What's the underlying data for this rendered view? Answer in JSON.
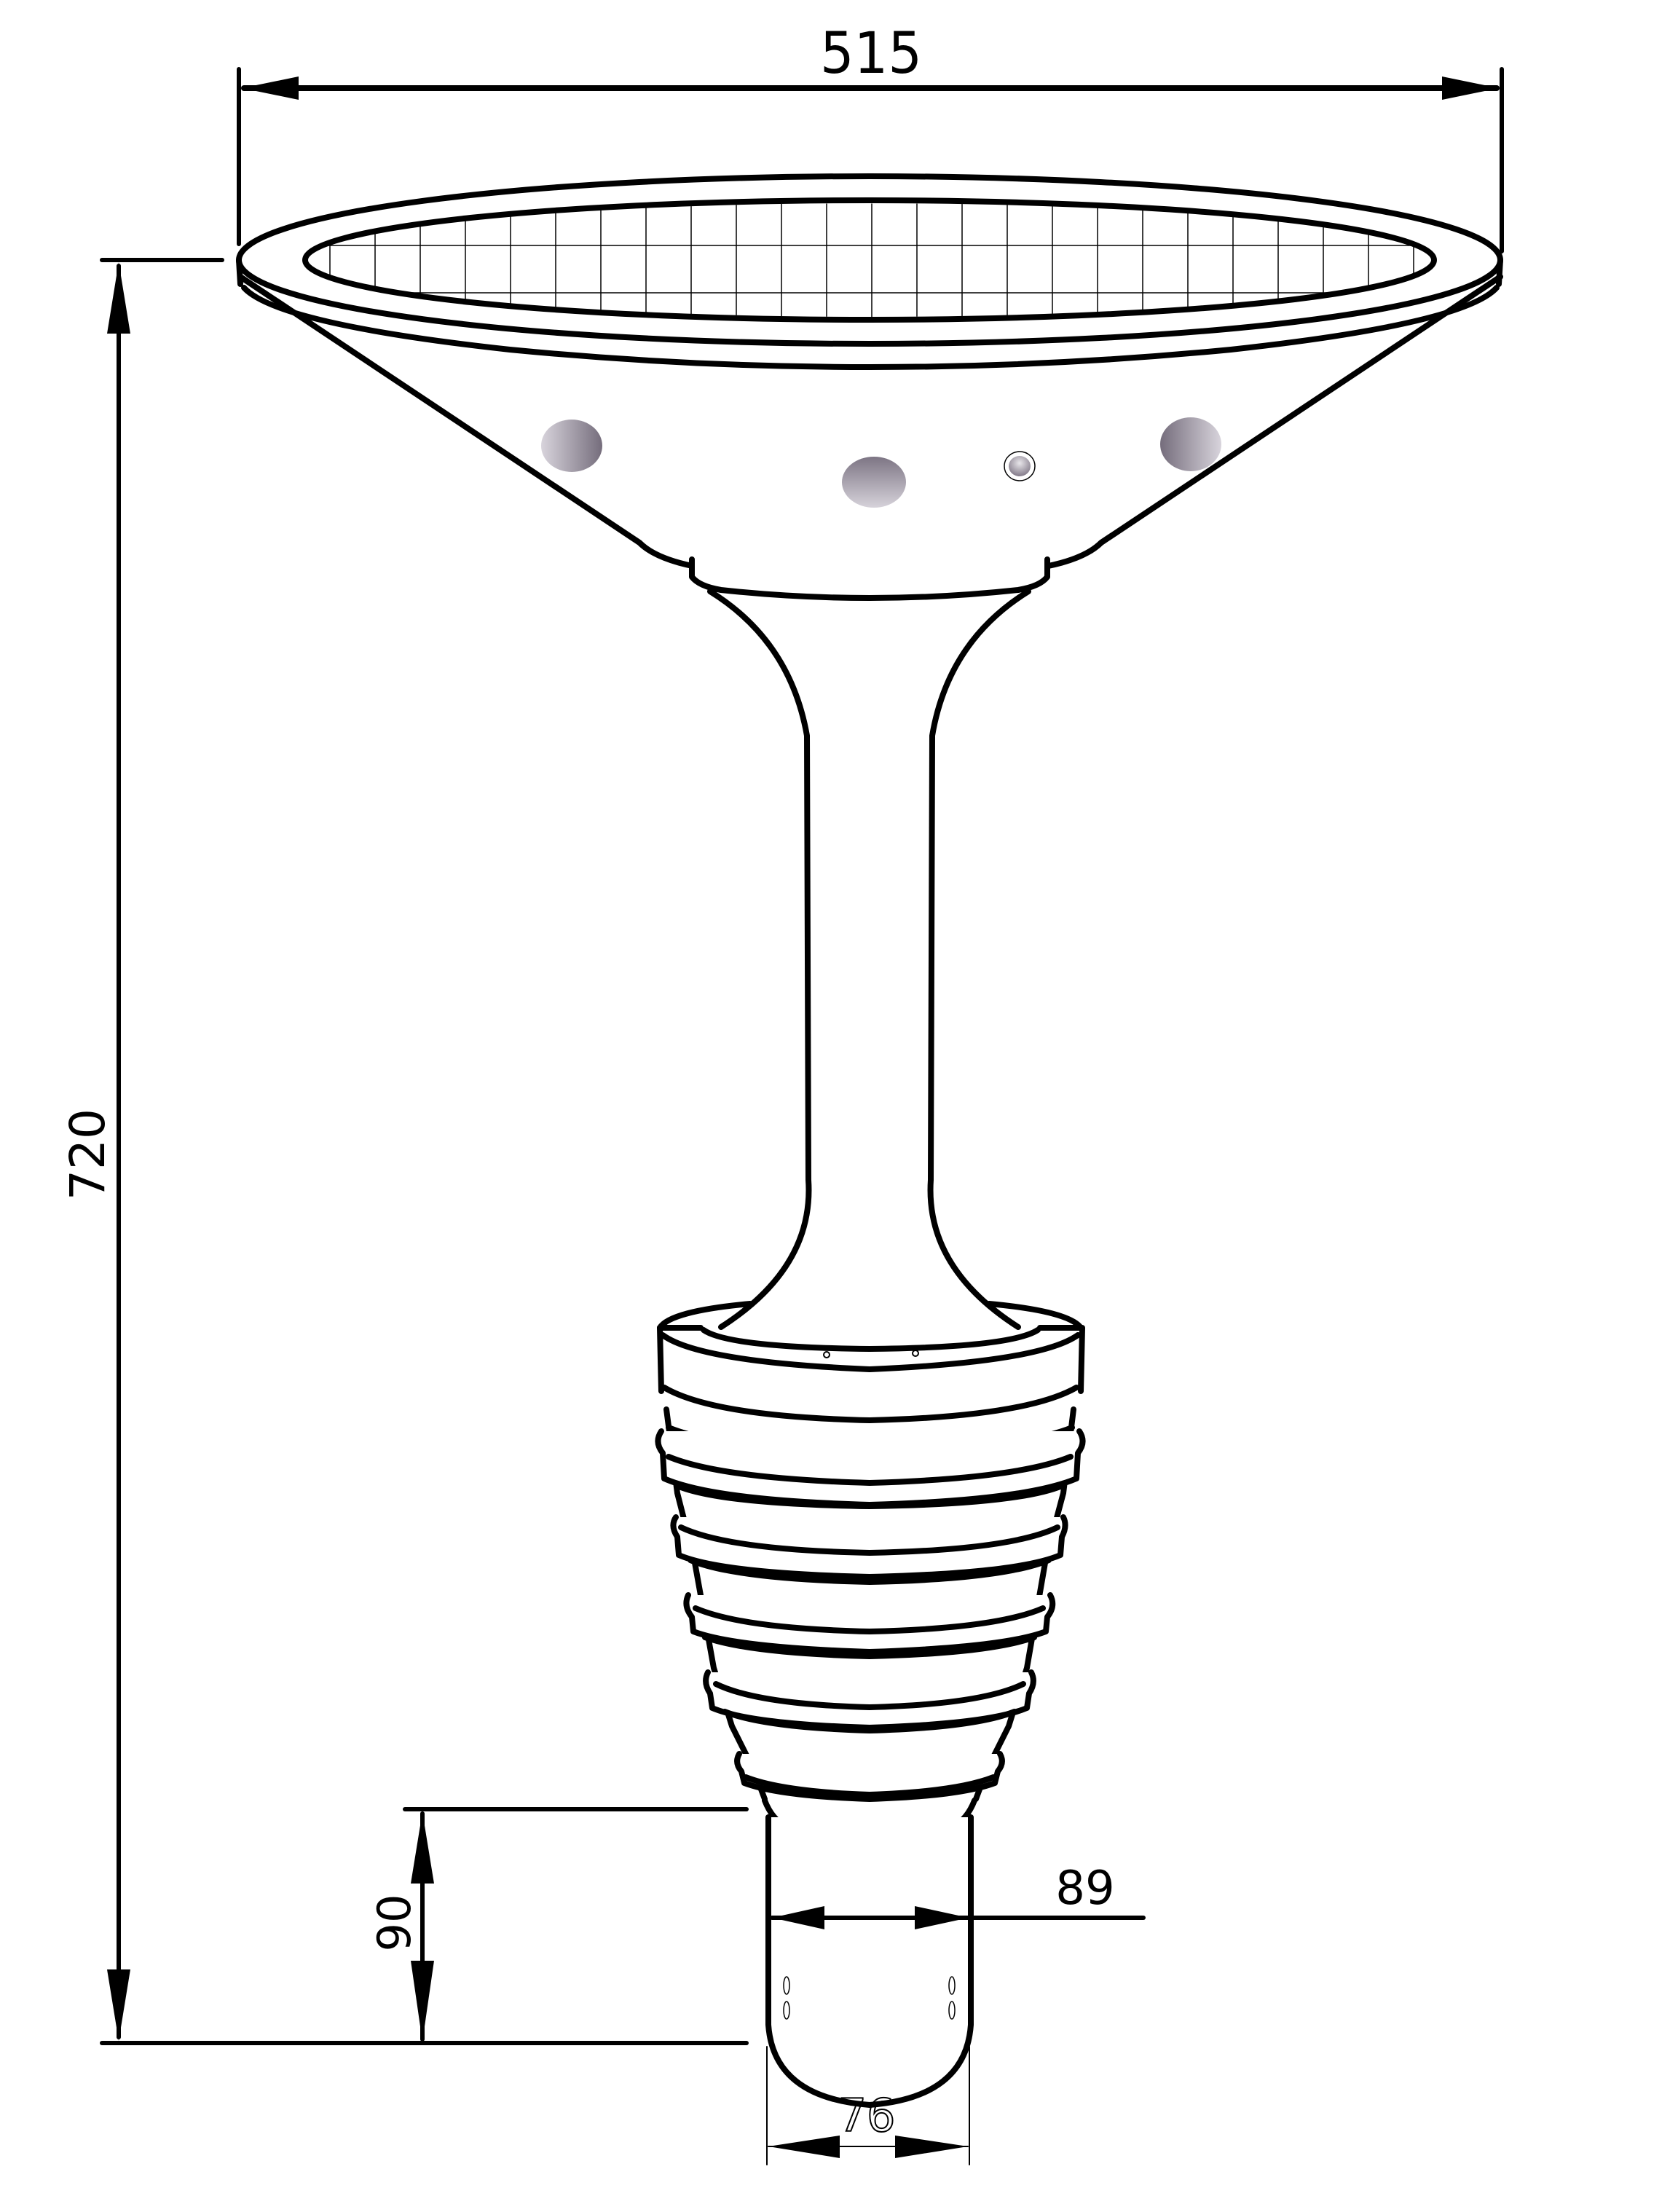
{
  "drawing": {
    "subject": "Garden post-top lamp, side elevation with dimensions",
    "colors": {
      "line": "#000000",
      "background": "#ffffff",
      "lens_dark": "#7a7280",
      "lens_light": "#d4d0d8"
    }
  },
  "dimensions": {
    "overall_width": {
      "label": "515",
      "unit": "mm"
    },
    "overall_height": {
      "label": "720",
      "unit": "mm"
    },
    "spigot_depth": {
      "label": "90",
      "unit": "mm"
    },
    "base_collar_diameter": {
      "label": "89",
      "unit": "mm"
    },
    "pole_diameter": {
      "label": "76",
      "unit": "mm"
    }
  },
  "parts": {
    "head": {
      "name": "Dish head with solar panel / diffuser grid"
    },
    "sensors": [
      "left lens",
      "center lens",
      "small sensor",
      "right lens"
    ],
    "stem": {
      "name": "Column stem"
    },
    "base": {
      "name": "Ribbed conical base",
      "ring_count": 6
    },
    "spigot": {
      "name": "Pole-entry spigot",
      "fixing_holes": 4
    }
  }
}
